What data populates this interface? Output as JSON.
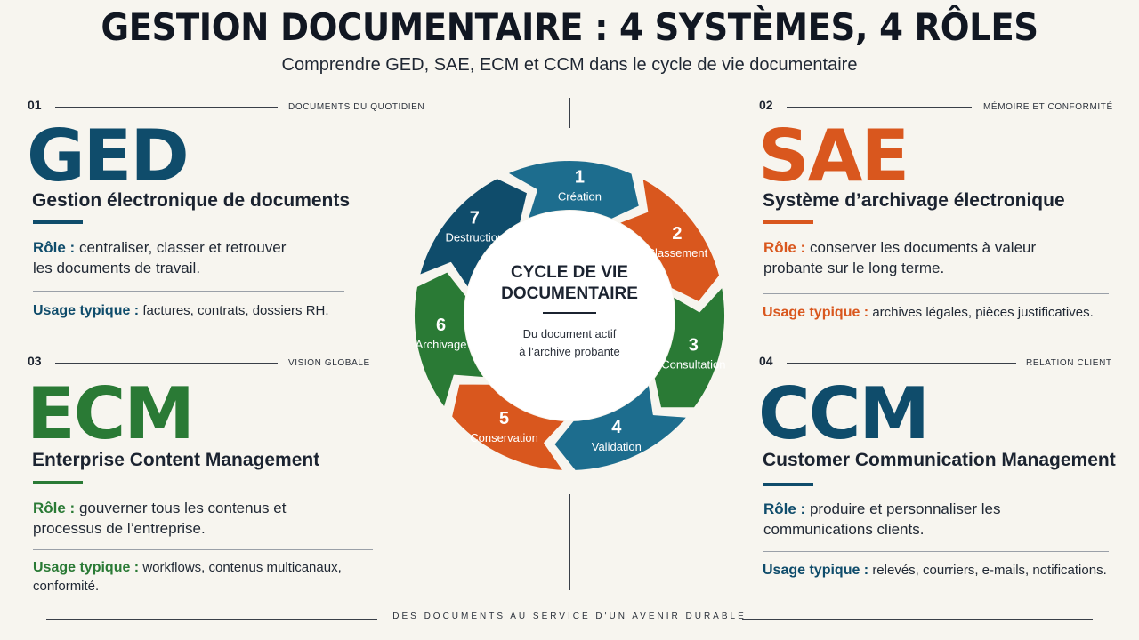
{
  "title": "GESTION DOCUMENTAIRE : 4 SYSTÈMES, 4 RÔLES",
  "subtitle": "Comprendre GED, SAE, ECM et CCM dans le cycle de vie documentaire",
  "footer": "DES DOCUMENTS AU SERVICE D'UN AVENIR DURABLE",
  "colors": {
    "blue": "#0f4c6b",
    "orange": "#d9571e",
    "green": "#2a7a35",
    "teal": "#1d6d8e"
  },
  "systems": [
    {
      "number": "01",
      "tag": "DOCUMENTS DU QUOTIDIEN",
      "acronym": "GED",
      "name": "Gestion électronique de documents",
      "role_label": "Rôle :",
      "role_line1": "centraliser, classer et retrouver",
      "role_line2": "les documents de travail.",
      "usage_label": "Usage typique :",
      "usage_line1": "factures, contrats, dossiers RH.",
      "usage_line2": ""
    },
    {
      "number": "02",
      "tag": "MÉMOIRE ET CONFORMITÉ",
      "acronym": "SAE",
      "name": "Système d’archivage électronique",
      "role_label": "Rôle :",
      "role_line1": "conserver les documents à valeur",
      "role_line2": "probante sur le long terme.",
      "usage_label": "Usage typique :",
      "usage_line1": "archives légales, pièces  justificatives.",
      "usage_line2": ""
    },
    {
      "number": "03",
      "tag": "VISION GLOBALE",
      "acronym": "ECM",
      "name": "Enterprise Content Management",
      "role_label": "Rôle :",
      "role_line1": "gouverner tous les contenus et",
      "role_line2": "processus de l’entreprise.",
      "usage_label": "Usage typique :",
      "usage_line1": "workflows, contenus multicanaux,",
      "usage_line2": "conformité."
    },
    {
      "number": "04",
      "tag": "RELATION CLIENT",
      "acronym": "CCM",
      "name": "Customer Communication Management",
      "role_label": "Rôle :",
      "role_line1": "produire et personnaliser les",
      "role_line2": "communications clients.",
      "usage_label": "Usage typique :",
      "usage_line1": "relevés, courriers, e-mails, notifications.",
      "usage_line2": ""
    }
  ],
  "cycle": {
    "center_title_1": "CYCLE DE VIE",
    "center_title_2": "DOCUMENTAIRE",
    "center_sub_1": "Du document actif",
    "center_sub_2": "à l’archive probante",
    "steps": [
      {
        "n": "1",
        "label": "Création",
        "color": "#1d6d8e"
      },
      {
        "n": "2",
        "label": "Classement",
        "color": "#d9571e"
      },
      {
        "n": "3",
        "label": "Consultation",
        "color": "#2a7a35"
      },
      {
        "n": "4",
        "label": "Validation",
        "color": "#1d6d8e"
      },
      {
        "n": "5",
        "label": "Conservation",
        "color": "#d9571e"
      },
      {
        "n": "6",
        "label": "Archivage",
        "color": "#2a7a35"
      },
      {
        "n": "7",
        "label": "Destruction",
        "color": "#0f4c6b"
      }
    ]
  }
}
